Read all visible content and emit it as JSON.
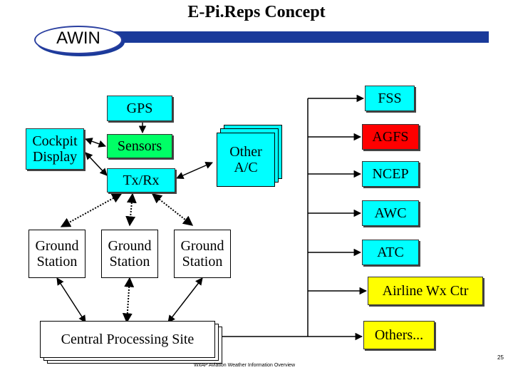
{
  "title": "E-Pi.Reps Concept",
  "badge": "AWIN",
  "nodes": {
    "gps": "GPS",
    "cockpit_display": "Cockpit Display",
    "sensors": "Sensors",
    "tx_rx": "Tx/Rx",
    "other_ac": "Other A/C",
    "ground_station_1": "Ground Station",
    "ground_station_2": "Ground Station",
    "ground_station_3": "Ground Station",
    "central_processing_site": "Central Processing Site"
  },
  "destinations": [
    "FSS",
    "AGFS",
    "NCEP",
    "AWC",
    "ATC",
    "Airline Wx Ctr",
    "Others..."
  ],
  "footer": "WxAP Aviation Weather Information Overview",
  "page_number": "25",
  "colors": {
    "cyan": "#00ffff",
    "green": "#00ff66",
    "red": "#ff0000",
    "yellow": "#ffff00",
    "banner_blue": "#1a3a9a"
  }
}
